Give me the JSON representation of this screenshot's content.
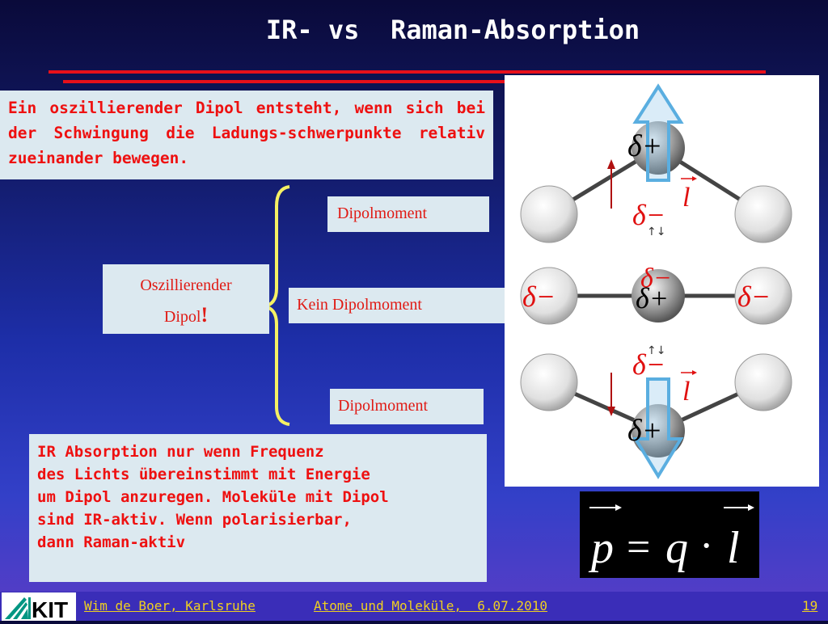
{
  "slide": {
    "title": "IR- vs  Raman-Absorption",
    "intro_text": "Ein oszillierender Dipol entsteht, wenn sich bei der Schwingung die Ladungs-schwerpunkte relativ zueinander bewegen.",
    "label_dipolmoment_top": "Dipolmoment",
    "label_kein_dipolmoment": "Kein Dipolmoment",
    "label_dipolmoment_bottom": "Dipolmoment",
    "oszillierender": "Oszillierender",
    "dipol": "Dipol",
    "exclaim": "!",
    "bottom_text": [
      "IR Absorption nur wenn Frequenz",
      "des Lichts übereinstimmt mit Energie",
      "um Dipol anzuregen. Moleküle mit Dipol",
      "sind IR-aktiv. Wenn polarisierbar,",
      "dann Raman-aktiv"
    ]
  },
  "diagram": {
    "delta_plus": "δ+",
    "delta_minus": "δ−",
    "l_vec": "l",
    "updown": "↑↓"
  },
  "formula": {
    "p": "p",
    "eq": "=",
    "q": "q",
    "dot": "·",
    "l": "l"
  },
  "footer": {
    "logo": "KIT",
    "author": "Wim de Boer, Karlsruhe",
    "course": "Atome und Moleküle,  6.07.2010",
    "page": "19"
  },
  "colors": {
    "accent_red": "#ee1010",
    "footer_yellow": "#f0d020",
    "brace_yellow": "#f5f064",
    "box_bg": "#dce9f0"
  }
}
